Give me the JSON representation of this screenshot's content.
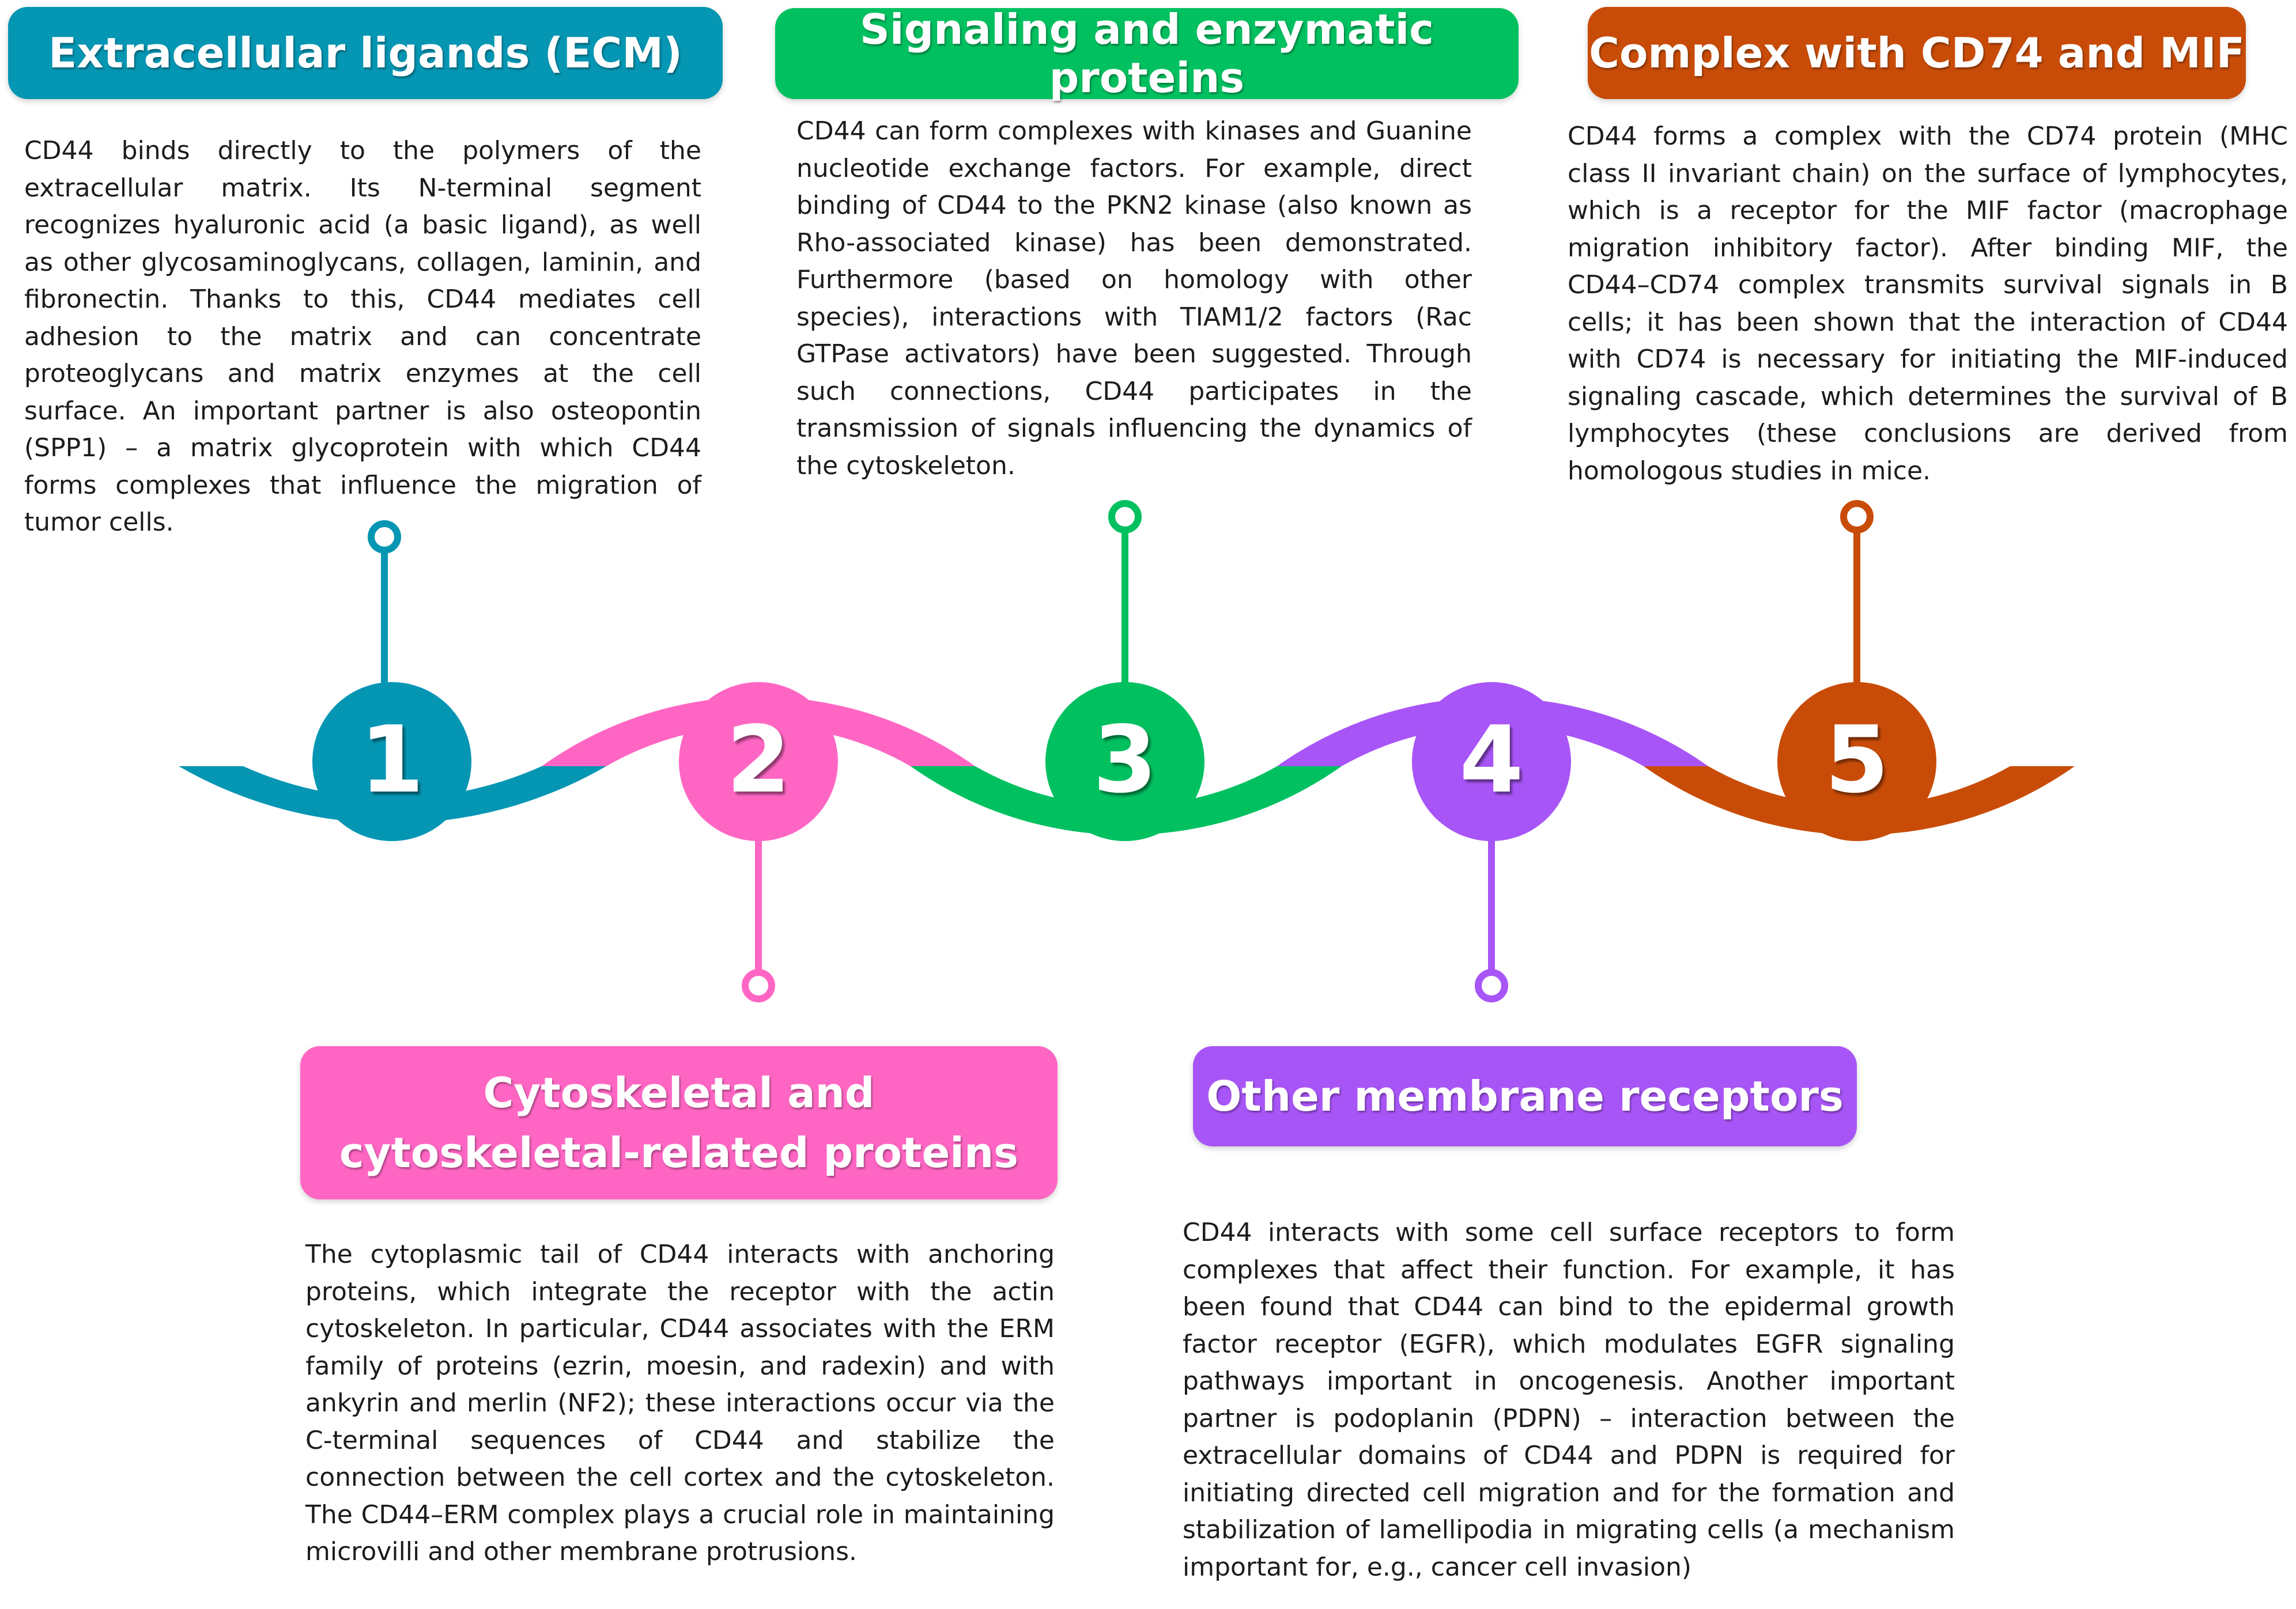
{
  "colors": {
    "teal": "#0596B3",
    "pink": "#FF66C4",
    "green": "#00C060",
    "purple": "#A855F7",
    "orange": "#C84C08",
    "text": "#1c1c1c",
    "background": "#ffffff"
  },
  "steps": [
    {
      "number": "1",
      "title": "Extracellular ligands (ECM)",
      "text": "CD44 binds directly to the polymers of the extracellular matrix. Its N-terminal segment recognizes hyaluronic acid (a basic ligand), as well as other glycosaminoglycans, collagen, laminin, and fibronectin. Thanks to this, CD44 mediates cell adhesion to the matrix and can concentrate proteoglycans and matrix enzymes at the cell surface. An important partner is also osteopontin (SPP1) – a matrix glycoprotein with which CD44 forms complexes that influence the migration of tumor cells."
    },
    {
      "number": "2",
      "title": "Cytoskeletal and cytoskeletal-related proteins",
      "text": "The cytoplasmic tail of CD44 interacts with anchoring proteins, which integrate the receptor with the actin cytoskeleton. In particular, CD44 associates with the ERM family of proteins (ezrin, moesin, and radexin) and with ankyrin and merlin (NF2); these interactions occur via the C-terminal sequences of CD44 and stabilize the connection between the cell cortex and the cytoskeleton. The CD44–ERM complex plays a crucial role in maintaining microvilli and other membrane protrusions."
    },
    {
      "number": "3",
      "title": "Signaling and enzymatic proteins",
      "text": "CD44 can form complexes with kinases and Guanine nucleotide exchange factors. For example, direct binding of CD44 to the PKN2 kinase (also known as Rho-associated kinase) has been demonstrated. Furthermore (based on homology with other species), interactions with TIAM1/2 factors (Rac GTPase activators) have been suggested. Through such connections, CD44 participates in the transmission of signals influencing the dynamics of the cytoskeleton."
    },
    {
      "number": "4",
      "title": "Other membrane receptors",
      "text": "CD44 interacts with some cell surface receptors to form complexes that affect their function. For example, it has been found that CD44 can bind to the epidermal growth factor receptor (EGFR), which modulates EGFR signaling pathways important in oncogenesis. Another important partner is podoplanin (PDPN) – interaction between the extracellular domains of CD44 and PDPN is required for initiating directed cell migration and for the formation and stabilization of lamellipodia in migrating cells (a mechanism important for, e.g., cancer cell invasion)"
    },
    {
      "number": "5",
      "title": "Complex with CD74 and MIF",
      "text": "CD44 forms a complex with the CD74 protein (MHC class II invariant chain) on the surface of lymphocytes, which is a receptor for the MIF factor (macrophage migration inhibitory factor). After binding MIF, the CD44–CD74 complex transmits survival signals in B cells; it has been shown that the interaction of CD44 with CD74 is necessary for initiating the MIF-induced signaling cascade, which determines the survival of B lymphocytes (these conclusions are derived from homologous studies in mice."
    }
  ]
}
